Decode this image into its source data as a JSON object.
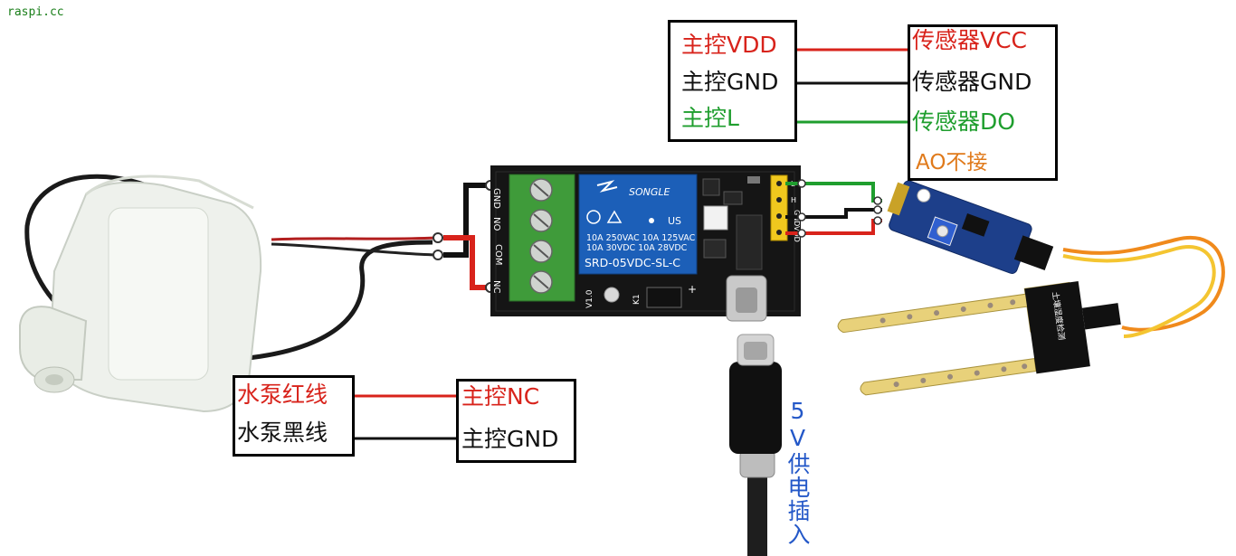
{
  "watermark": "raspi.cc",
  "top_table": {
    "left": [
      {
        "text": "主控VDD",
        "color": "red"
      },
      {
        "text": "主控GND",
        "color": "black"
      },
      {
        "text": "主控L",
        "color": "green"
      }
    ],
    "right": [
      {
        "text": "传感器VCC",
        "color": "red"
      },
      {
        "text": "传感器GND",
        "color": "black"
      },
      {
        "text": "传感器DO",
        "color": "green"
      },
      {
        "text": "AO不接",
        "color": "orange"
      }
    ]
  },
  "bottom_table": {
    "left": [
      {
        "text": "水泵红线",
        "color": "red"
      },
      {
        "text": "水泵黑线",
        "color": "black"
      }
    ],
    "right": [
      {
        "text": "主控NC",
        "color": "red"
      },
      {
        "text": "主控GND",
        "color": "black"
      }
    ]
  },
  "power_label": "5V供电插入",
  "relay": {
    "brand": "SONGLE",
    "rating_lines": [
      "10A 250VAC  10A 125VAC",
      "10A  30VDC  10A  28VDC"
    ],
    "model": "SRD-05VDC-SL-C",
    "terminals": [
      "GND",
      "NO",
      "COM",
      "NC"
    ],
    "header_pins": [
      "L",
      "H",
      "GND",
      "VDD"
    ],
    "silk": [
      "V1.0",
      "K1"
    ]
  },
  "sensor_probe_label": "土壤湿度检测",
  "colors": {
    "red": "#d8231b",
    "black": "#111111",
    "green": "#1f9e2e",
    "orange": "#e07a1b",
    "blue": "#2458c8",
    "pcb_black": "#151515",
    "relay_blue": "#1c5fb8",
    "terminal_green": "#3f9b3a",
    "sensor_pcb": "#1d3f8a"
  }
}
